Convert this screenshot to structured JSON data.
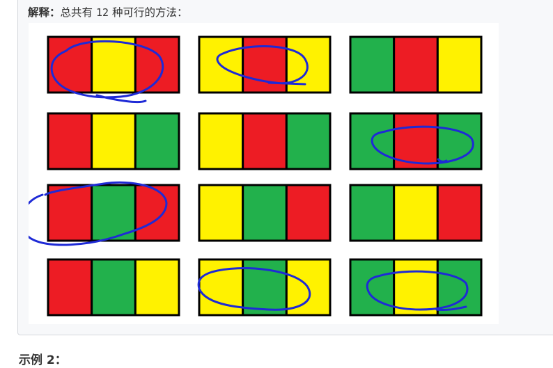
{
  "explanation": {
    "label": "解释：",
    "prefix": "总共有 ",
    "count": "12",
    "suffix": " 种可行的方法："
  },
  "colors": {
    "red": "#ed1c24",
    "yellow": "#fff200",
    "green": "#22b14c",
    "outline": "#000000",
    "annotation": "#1e2ad6"
  },
  "grids": [
    {
      "cells": [
        "red",
        "yellow",
        "red"
      ],
      "circled": true
    },
    {
      "cells": [
        "yellow",
        "red",
        "yellow"
      ],
      "circled": true
    },
    {
      "cells": [
        "green",
        "red",
        "yellow"
      ],
      "circled": false
    },
    {
      "cells": [
        "red",
        "yellow",
        "green"
      ],
      "circled": false
    },
    {
      "cells": [
        "yellow",
        "red",
        "green"
      ],
      "circled": false
    },
    {
      "cells": [
        "green",
        "red",
        "green"
      ],
      "circled": true
    },
    {
      "cells": [
        "red",
        "green",
        "red"
      ],
      "circled": true
    },
    {
      "cells": [
        "yellow",
        "green",
        "red"
      ],
      "circled": false
    },
    {
      "cells": [
        "green",
        "yellow",
        "red"
      ],
      "circled": false
    },
    {
      "cells": [
        "red",
        "green",
        "yellow"
      ],
      "circled": false
    },
    {
      "cells": [
        "yellow",
        "green",
        "yellow"
      ],
      "circled": true
    },
    {
      "cells": [
        "green",
        "yellow",
        "green"
      ],
      "circled": true
    }
  ],
  "next_heading": "示例 2："
}
